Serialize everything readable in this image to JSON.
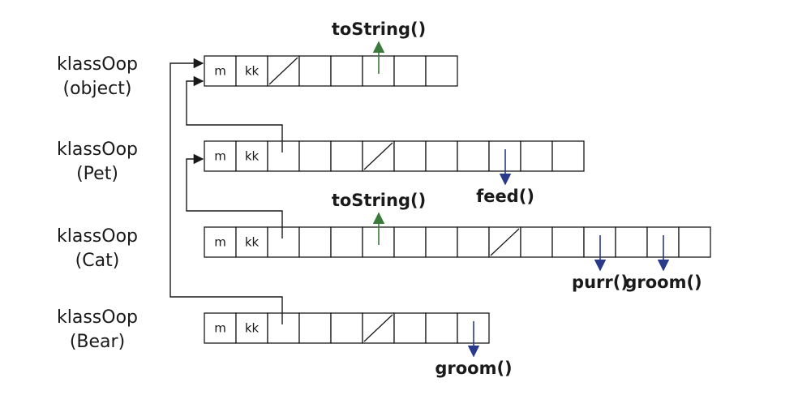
{
  "rows": [
    {
      "id": "object",
      "title": "klassOop",
      "subtitle": "(object)",
      "cells": 8,
      "texts": [
        "m",
        "kk"
      ],
      "slash_index": 2
    },
    {
      "id": "pet",
      "title": "klassOop",
      "subtitle": "(Pet)",
      "cells": 12,
      "texts": [
        "m",
        "kk"
      ],
      "slash_index": 5
    },
    {
      "id": "cat",
      "title": "klassOop",
      "subtitle": "(Cat)",
      "cells": 16,
      "texts": [
        "m",
        "kk"
      ],
      "slash_index": 9
    },
    {
      "id": "bear",
      "title": "klassOop",
      "subtitle": "(Bear)",
      "cells": 9,
      "texts": [
        "m",
        "kk"
      ],
      "slash_index": 5
    }
  ],
  "methods": [
    {
      "id": "object-tostring",
      "label": "toString()",
      "row": 0,
      "cell": 5,
      "direction": "up",
      "color": "#3a7a3a"
    },
    {
      "id": "pet-feed",
      "label": "feed()",
      "row": 1,
      "cell": 9,
      "direction": "down",
      "color": "#2a3a8a"
    },
    {
      "id": "cat-tostring",
      "label": "toString()",
      "row": 2,
      "cell": 5,
      "direction": "up",
      "color": "#3a7a3a"
    },
    {
      "id": "cat-purr",
      "label": "purr()",
      "row": 2,
      "cell": 12,
      "direction": "down",
      "color": "#2a3a8a"
    },
    {
      "id": "cat-groom",
      "label": "groom()",
      "row": 2,
      "cell": 14,
      "direction": "down",
      "color": "#2a3a8a"
    },
    {
      "id": "bear-groom",
      "label": "groom()",
      "row": 3,
      "cell": 8,
      "direction": "down",
      "color": "#2a3a8a"
    }
  ],
  "links": [
    {
      "id": "pet-super-link",
      "from_row": 1,
      "to_row": 0
    },
    {
      "id": "cat-super-link",
      "from_row": 2,
      "to_row": 1
    },
    {
      "id": "bear-super-link",
      "from_row": 3,
      "to_row": 0
    }
  ],
  "colors": {
    "line": "#1a1a1a",
    "up_arrow": "#3a7a3a",
    "down_arrow": "#2a3a8a"
  }
}
